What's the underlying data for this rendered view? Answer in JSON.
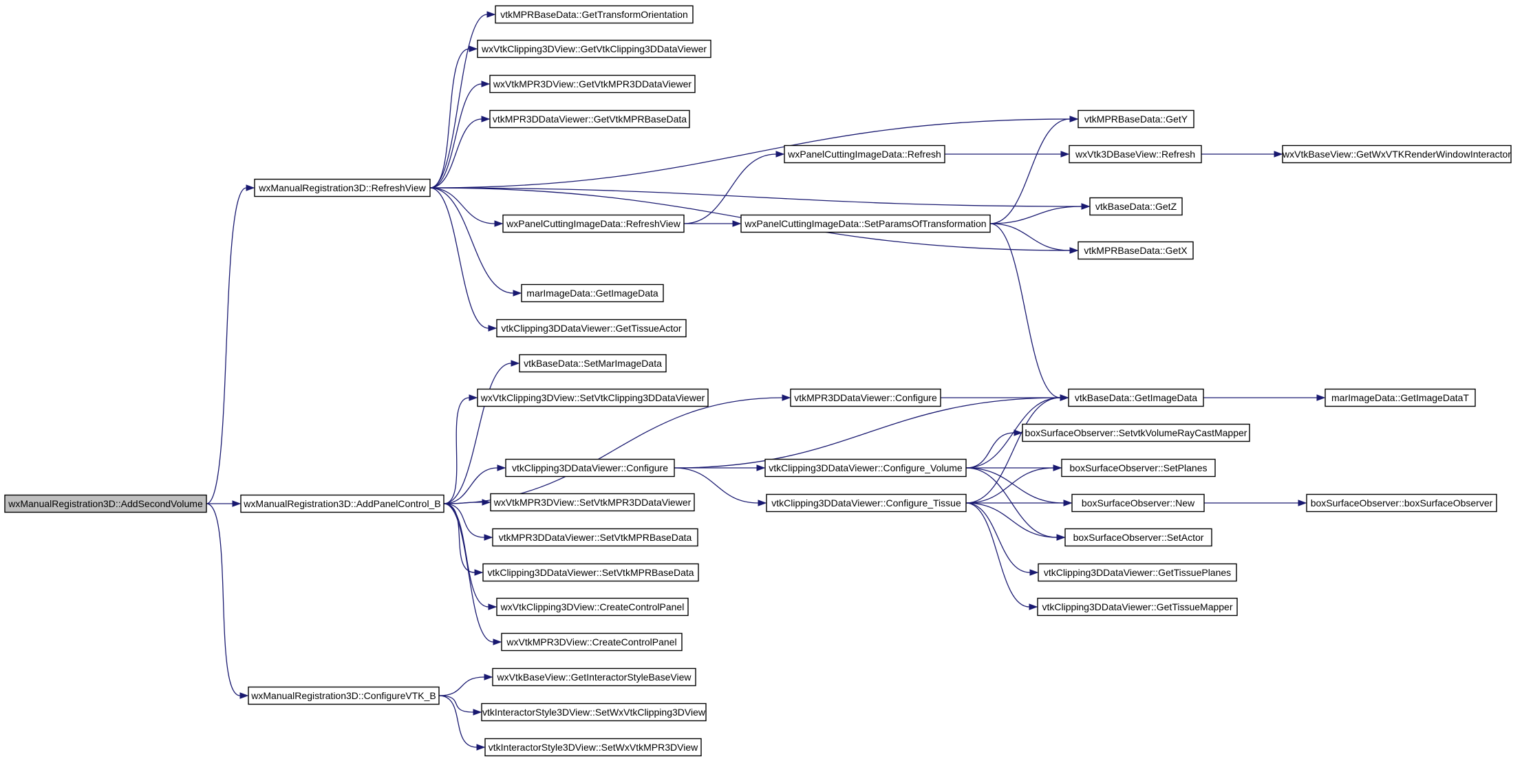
{
  "graph": {
    "colors": {
      "edge": "#191970",
      "root_fill": "#bfbfbf",
      "node_fill": "#ffffff",
      "node_stroke": "#000000"
    },
    "nodes": [
      {
        "id": "n0",
        "label": "wxManualRegistration3D::AddSecondVolume",
        "root": true
      },
      {
        "id": "n1",
        "label": "wxManualRegistration3D::RefreshView"
      },
      {
        "id": "n2",
        "label": "wxManualRegistration3D::AddPanelControl_B"
      },
      {
        "id": "n3",
        "label": "wxManualRegistration3D::ConfigureVTK_B"
      },
      {
        "id": "n4",
        "label": "vtkMPRBaseData::GetTransformOrientation"
      },
      {
        "id": "n5",
        "label": "wxVtkClipping3DView::GetVtkClipping3DDataViewer"
      },
      {
        "id": "n6",
        "label": "wxVtkMPR3DView::GetVtkMPR3DDataViewer"
      },
      {
        "id": "n7",
        "label": "vtkMPR3DDataViewer::GetVtkMPRBaseData"
      },
      {
        "id": "n8",
        "label": "wxPanelCuttingImageData::RefreshView"
      },
      {
        "id": "n9",
        "label": "marImageData::GetImageData"
      },
      {
        "id": "n10",
        "label": "vtkClipping3DDataViewer::GetTissueActor"
      },
      {
        "id": "n11",
        "label": "vtkBaseData::SetMarImageData"
      },
      {
        "id": "n12",
        "label": "wxVtkClipping3DView::SetVtkClipping3DDataViewer"
      },
      {
        "id": "n13",
        "label": "vtkClipping3DDataViewer::Configure"
      },
      {
        "id": "n14",
        "label": "wxVtkMPR3DView::SetVtkMPR3DDataViewer"
      },
      {
        "id": "n15",
        "label": "vtkMPR3DDataViewer::SetVtkMPRBaseData"
      },
      {
        "id": "n16",
        "label": "vtkClipping3DDataViewer::SetVtkMPRBaseData"
      },
      {
        "id": "n17",
        "label": "wxVtkClipping3DView::CreateControlPanel"
      },
      {
        "id": "n18",
        "label": "wxVtkMPR3DView::CreateControlPanel"
      },
      {
        "id": "n19",
        "label": "wxVtkBaseView::GetInteractorStyleBaseView"
      },
      {
        "id": "n20",
        "label": "vtkInteractorStyle3DView::SetWxVtkClipping3DView"
      },
      {
        "id": "n21",
        "label": "vtkInteractorStyle3DView::SetWxVtkMPR3DView"
      },
      {
        "id": "n22",
        "label": "wxPanelCuttingImageData::Refresh"
      },
      {
        "id": "n23",
        "label": "wxPanelCuttingImageData::SetParamsOfTransformation"
      },
      {
        "id": "n24",
        "label": "vtkMPR3DDataViewer::Configure"
      },
      {
        "id": "n25",
        "label": "vtkClipping3DDataViewer::Configure_Volume"
      },
      {
        "id": "n26",
        "label": "vtkClipping3DDataViewer::Configure_Tissue"
      },
      {
        "id": "n27",
        "label": "vtkMPRBaseData::GetY"
      },
      {
        "id": "n28",
        "label": "wxVtk3DBaseView::Refresh"
      },
      {
        "id": "n29",
        "label": "vtkBaseData::GetZ"
      },
      {
        "id": "n30",
        "label": "vtkMPRBaseData::GetX"
      },
      {
        "id": "n31",
        "label": "vtkBaseData::GetImageData"
      },
      {
        "id": "n32",
        "label": "boxSurfaceObserver::SetvtkVolumeRayCastMapper"
      },
      {
        "id": "n33",
        "label": "boxSurfaceObserver::SetPlanes"
      },
      {
        "id": "n34",
        "label": "boxSurfaceObserver::New"
      },
      {
        "id": "n35",
        "label": "boxSurfaceObserver::SetActor"
      },
      {
        "id": "n36",
        "label": "vtkClipping3DDataViewer::GetTissuePlanes"
      },
      {
        "id": "n37",
        "label": "vtkClipping3DDataViewer::GetTissueMapper"
      },
      {
        "id": "n38",
        "label": "wxVtkBaseView::GetWxVTKRenderWindowInteractor"
      },
      {
        "id": "n39",
        "label": "marImageData::GetImageDataT"
      },
      {
        "id": "n40",
        "label": "boxSurfaceObserver::boxSurfaceObserver"
      }
    ],
    "edges": [
      [
        "n0",
        "n1"
      ],
      [
        "n0",
        "n2"
      ],
      [
        "n0",
        "n3"
      ],
      [
        "n1",
        "n4"
      ],
      [
        "n1",
        "n5"
      ],
      [
        "n1",
        "n6"
      ],
      [
        "n1",
        "n7"
      ],
      [
        "n1",
        "n8"
      ],
      [
        "n1",
        "n9"
      ],
      [
        "n1",
        "n10"
      ],
      [
        "n1",
        "n27"
      ],
      [
        "n1",
        "n29"
      ],
      [
        "n1",
        "n30"
      ],
      [
        "n2",
        "n11"
      ],
      [
        "n2",
        "n12"
      ],
      [
        "n2",
        "n13"
      ],
      [
        "n2",
        "n14"
      ],
      [
        "n2",
        "n15"
      ],
      [
        "n2",
        "n16"
      ],
      [
        "n2",
        "n17"
      ],
      [
        "n2",
        "n18"
      ],
      [
        "n2",
        "n24"
      ],
      [
        "n3",
        "n19"
      ],
      [
        "n3",
        "n20"
      ],
      [
        "n3",
        "n21"
      ],
      [
        "n8",
        "n22"
      ],
      [
        "n8",
        "n23"
      ],
      [
        "n22",
        "n28"
      ],
      [
        "n28",
        "n38"
      ],
      [
        "n23",
        "n27"
      ],
      [
        "n23",
        "n29"
      ],
      [
        "n23",
        "n30"
      ],
      [
        "n23",
        "n31"
      ],
      [
        "n24",
        "n31"
      ],
      [
        "n31",
        "n39"
      ],
      [
        "n13",
        "n31"
      ],
      [
        "n13",
        "n25"
      ],
      [
        "n13",
        "n26"
      ],
      [
        "n25",
        "n31"
      ],
      [
        "n25",
        "n32"
      ],
      [
        "n25",
        "n33"
      ],
      [
        "n25",
        "n34"
      ],
      [
        "n25",
        "n35"
      ],
      [
        "n26",
        "n31"
      ],
      [
        "n26",
        "n33"
      ],
      [
        "n26",
        "n34"
      ],
      [
        "n26",
        "n35"
      ],
      [
        "n26",
        "n36"
      ],
      [
        "n26",
        "n37"
      ],
      [
        "n34",
        "n40"
      ]
    ]
  }
}
